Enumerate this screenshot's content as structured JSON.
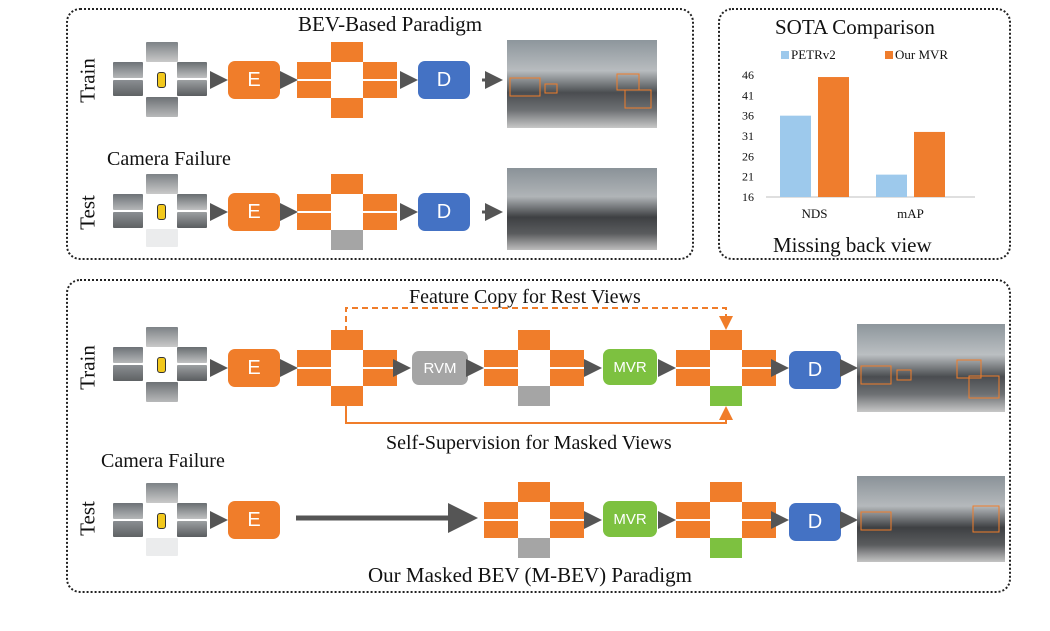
{
  "top_panel": {
    "title": "BEV-Based Paradigm",
    "train_label": "Train",
    "test_label": "Test",
    "camera_failure": "Camera Failure",
    "encoder": "E",
    "decoder": "D"
  },
  "sota_panel": {
    "title": "SOTA Comparison",
    "caption": "Missing back view",
    "colors": {
      "petrv2": "#9dc9ec",
      "ours": "#ef7d2d"
    }
  },
  "bottom_panel": {
    "caption": "Our Masked BEV (M-BEV) Paradigm",
    "feature_copy": "Feature Copy for Rest Views",
    "self_supervision": "Self-Supervision for Masked Views",
    "camera_failure": "Camera Failure",
    "train_label": "Train",
    "test_label": "Test",
    "encoder": "E",
    "decoder": "D",
    "rvm": "RVM",
    "mvr": "MVR"
  },
  "palette": {
    "orange": "#f07d2a",
    "blue": "#4472c4",
    "gray": "#a5a5a5",
    "green": "#7dc140"
  },
  "chart_data": {
    "type": "bar",
    "categories": [
      "NDS",
      "mAP"
    ],
    "series": [
      {
        "name": "PETRv2",
        "values": [
          36,
          21.5
        ]
      },
      {
        "name": "Our MVR",
        "values": [
          45.5,
          32
        ]
      }
    ],
    "yticks": [
      16,
      21,
      26,
      31,
      36,
      41,
      46
    ],
    "ylim": [
      16,
      46
    ],
    "legend": "top"
  }
}
